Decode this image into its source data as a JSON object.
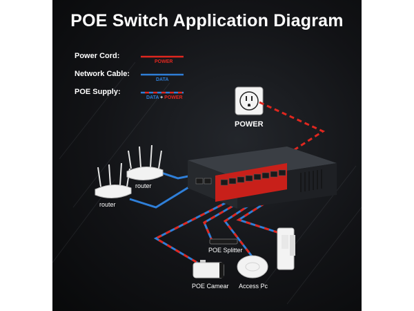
{
  "title": "POE Switch Application Diagram",
  "legend": {
    "power_cord": {
      "label": "Power Cord:",
      "tag": "POWER"
    },
    "network_cable": {
      "label": "Network Cable:",
      "tag": "DATA"
    },
    "poe_supply": {
      "label": "POE Supply:",
      "tag_data": "DATA",
      "tag_plus": "+",
      "tag_power": "POWER"
    }
  },
  "devices": {
    "power_outlet": "POWER",
    "router_1": "router",
    "router_2": "router",
    "poe_splitter": "POE Splitter",
    "poe_camera": "POE Camear",
    "access_point": "Access Pc"
  },
  "colors": {
    "power_line": "#e0271f",
    "data_line": "#2f7fd8",
    "switch_body": "#2a2d31",
    "switch_panel": "#c8201a"
  }
}
